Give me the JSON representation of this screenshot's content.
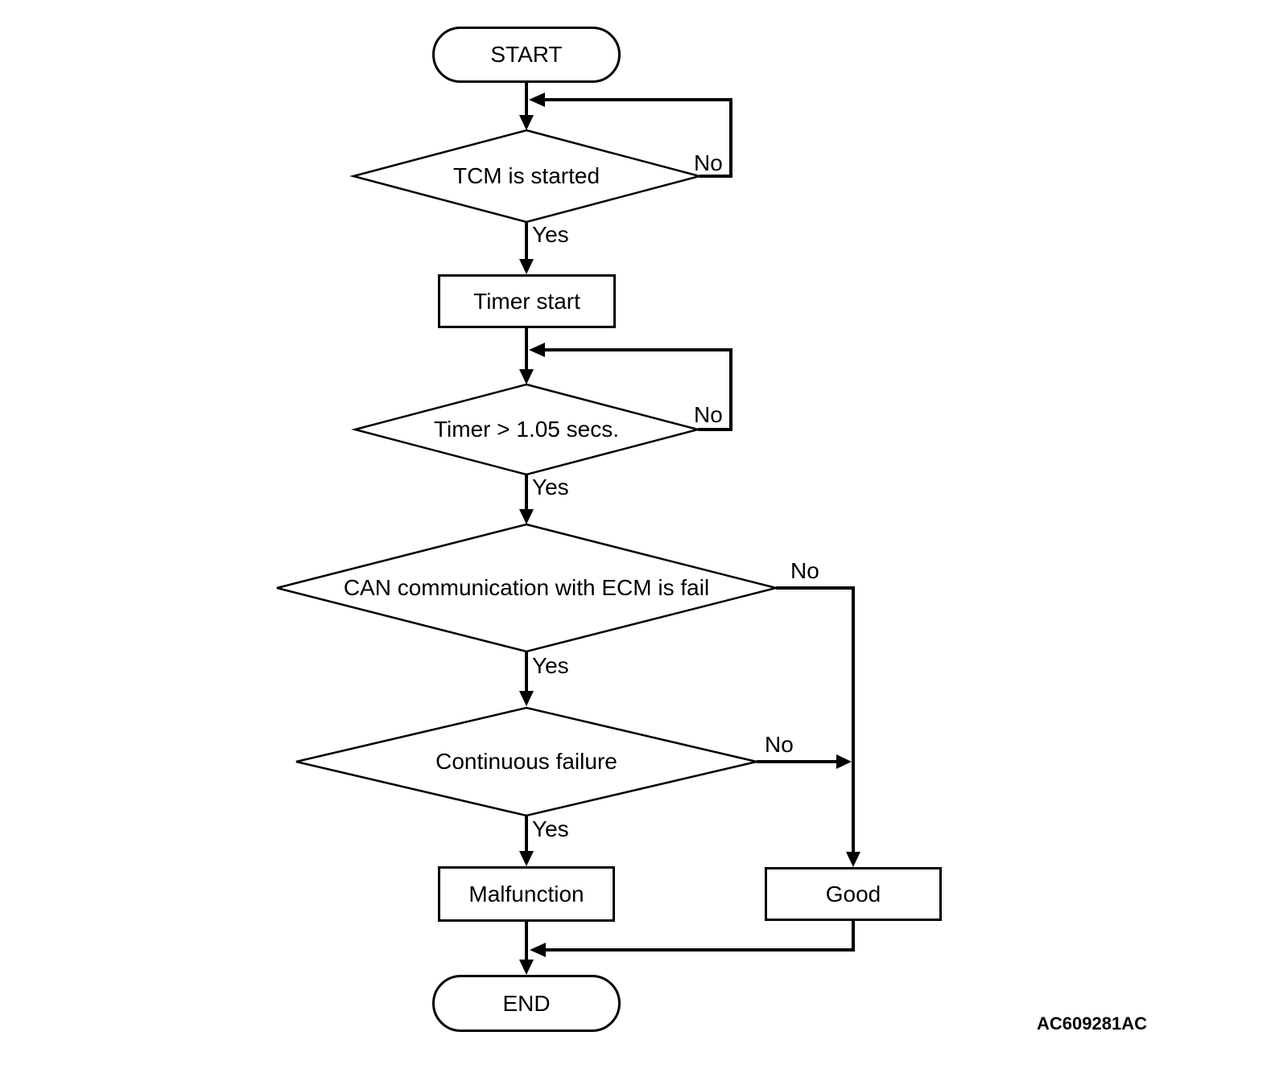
{
  "diagram": {
    "background": "#ffffff",
    "line_color": "#000000",
    "figure_code": "AC609281AC",
    "nodes": {
      "start": {
        "type": "terminator",
        "label": "START"
      },
      "d1": {
        "type": "decision",
        "label": "TCM is started"
      },
      "timer": {
        "type": "process",
        "label": "Timer start"
      },
      "d2": {
        "type": "decision",
        "label": "Timer > 1.05 secs."
      },
      "d3": {
        "type": "decision",
        "label": "CAN communication with ECM is fail"
      },
      "d4": {
        "type": "decision",
        "label": "Continuous failure"
      },
      "malfunction": {
        "type": "process",
        "label": "Malfunction"
      },
      "good": {
        "type": "process",
        "label": "Good"
      },
      "end": {
        "type": "terminator",
        "label": "END"
      }
    },
    "edges": [
      {
        "from": "start",
        "to": "d1",
        "label": ""
      },
      {
        "from": "d1",
        "to": "d1",
        "label": "No"
      },
      {
        "from": "d1",
        "to": "timer",
        "label": "Yes"
      },
      {
        "from": "timer",
        "to": "d2",
        "label": ""
      },
      {
        "from": "d2",
        "to": "d2",
        "label": "No"
      },
      {
        "from": "d2",
        "to": "d3",
        "label": "Yes"
      },
      {
        "from": "d3",
        "to": "good",
        "label": "No"
      },
      {
        "from": "d3",
        "to": "d4",
        "label": "Yes"
      },
      {
        "from": "d4",
        "to": "good",
        "label": "No"
      },
      {
        "from": "d4",
        "to": "malfunction",
        "label": "Yes"
      },
      {
        "from": "malfunction",
        "to": "end",
        "label": ""
      },
      {
        "from": "good",
        "to": "end",
        "label": ""
      }
    ]
  }
}
